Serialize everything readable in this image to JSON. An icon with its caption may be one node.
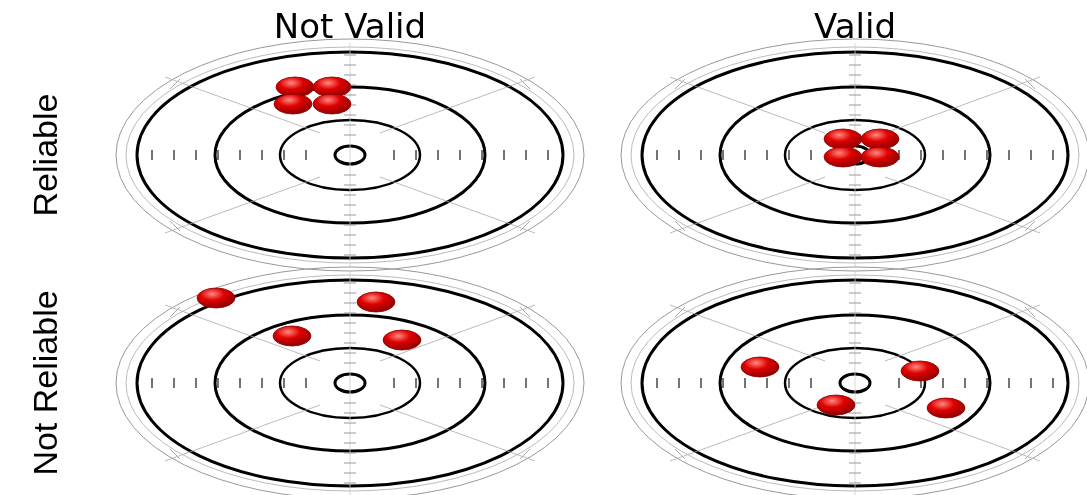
{
  "diagram": {
    "labels": [
      "Not Valid",
      "Valid",
      "Reliable",
      "Not Reliable"
    ]
  }
}
